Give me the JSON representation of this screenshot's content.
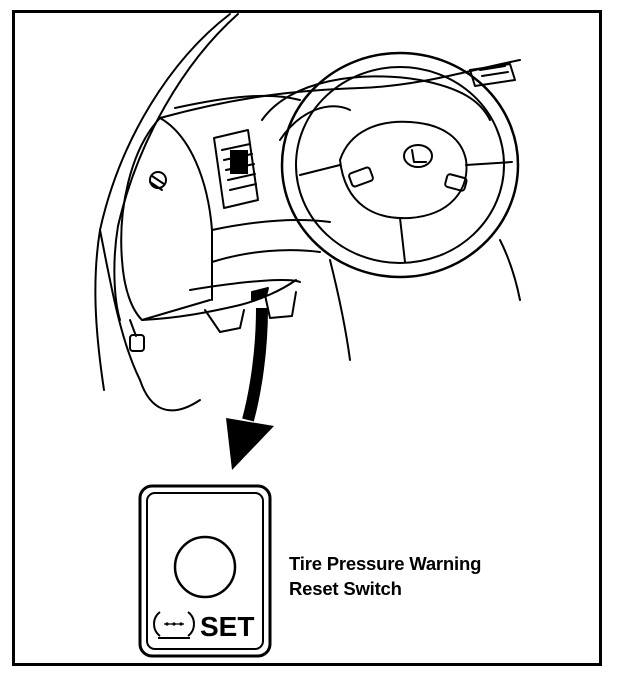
{
  "switch": {
    "label": "SET",
    "icon": "tire-pressure-warning-icon"
  },
  "callout": {
    "line1": "Tire Pressure Warning",
    "line2": "Reset Switch"
  },
  "colors": {
    "ink": "#000000",
    "paper": "#ffffff"
  }
}
